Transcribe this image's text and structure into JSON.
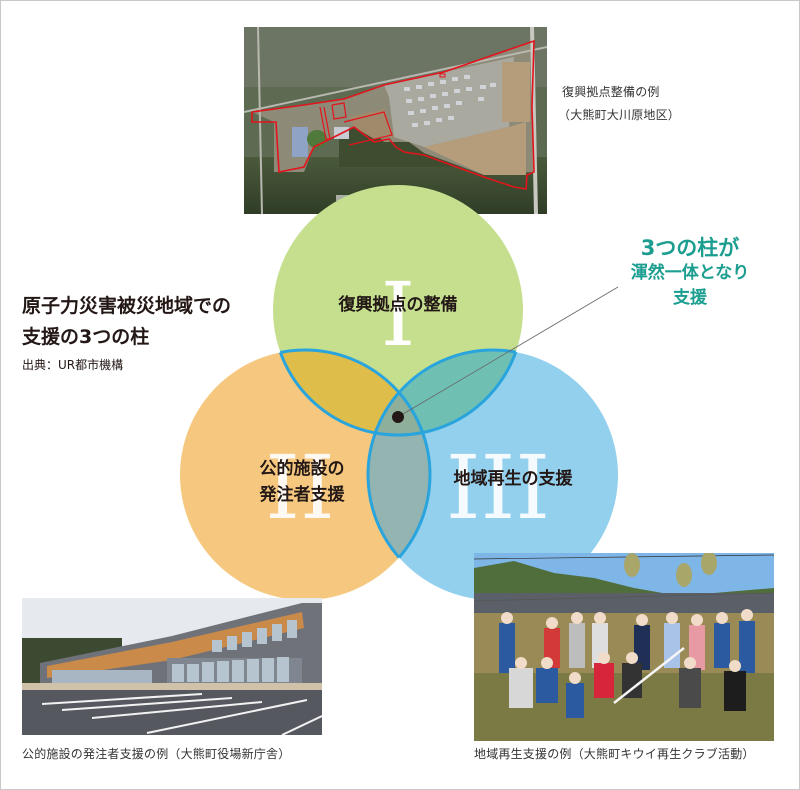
{
  "title": {
    "line1": "原子力災害被災地域での",
    "line2": "支援の3つの柱",
    "source": "出典：UR都市機構"
  },
  "callout": {
    "line1": "3つの柱が",
    "line2": "渾然一体となり",
    "line3": "支援",
    "color": "#1b9e90"
  },
  "pillars": [
    {
      "numeral": "I",
      "label": "復興拠点の整備",
      "color": "#c5df8f"
    },
    {
      "numeral": "II",
      "label_line1": "公的施設の",
      "label_line2": "発注者支援",
      "color": "#f6c87f"
    },
    {
      "numeral": "III",
      "label": "地域再生の支援",
      "color": "#92d0ee"
    }
  ],
  "overlap_outline_color": "#29a4dc",
  "photos": {
    "top": {
      "caption_line1": "復興拠点整備の例",
      "caption_line2": "（大熊町大川原地区）"
    },
    "bottom_left": {
      "caption": "公的施設の発注者支援の例（大熊町役場新庁舎）"
    },
    "bottom_right": {
      "caption": "地域再生支援の例（大熊町キウイ再生クラブ活動）"
    }
  }
}
